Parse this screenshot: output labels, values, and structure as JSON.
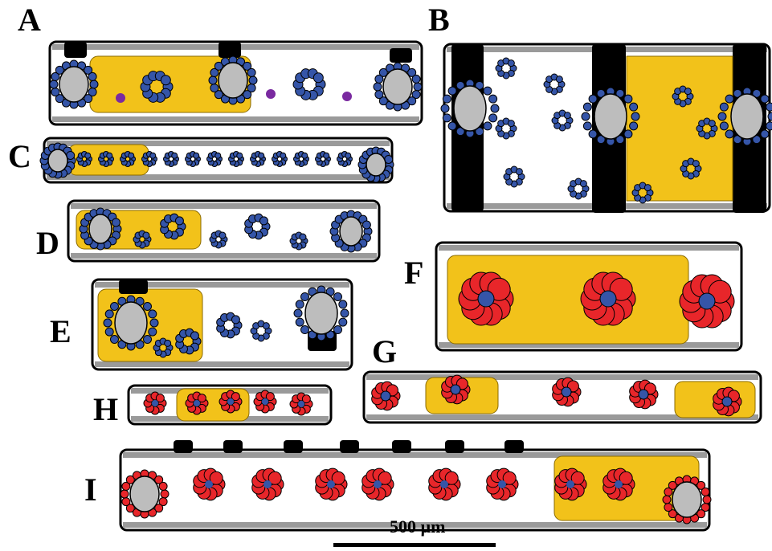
{
  "panels": [
    {
      "letter": "A"
    },
    {
      "letter": "B"
    },
    {
      "letter": "C"
    },
    {
      "letter": "D"
    },
    {
      "letter": "E"
    },
    {
      "letter": "F"
    },
    {
      "letter": "G"
    },
    {
      "letter": "H"
    },
    {
      "letter": "I"
    }
  ],
  "scale_bar": {
    "label": "500 µm"
  },
  "colors": {
    "blue_cells": "#3555a8",
    "red_cells": "#e8262a",
    "yellow_tissue": "#f2c21a",
    "grey_fill": "#9a9a9a",
    "bundle_grey": "#bdbdbd",
    "sclerenchyma": "#000000",
    "purple": "#7a2aa0"
  }
}
